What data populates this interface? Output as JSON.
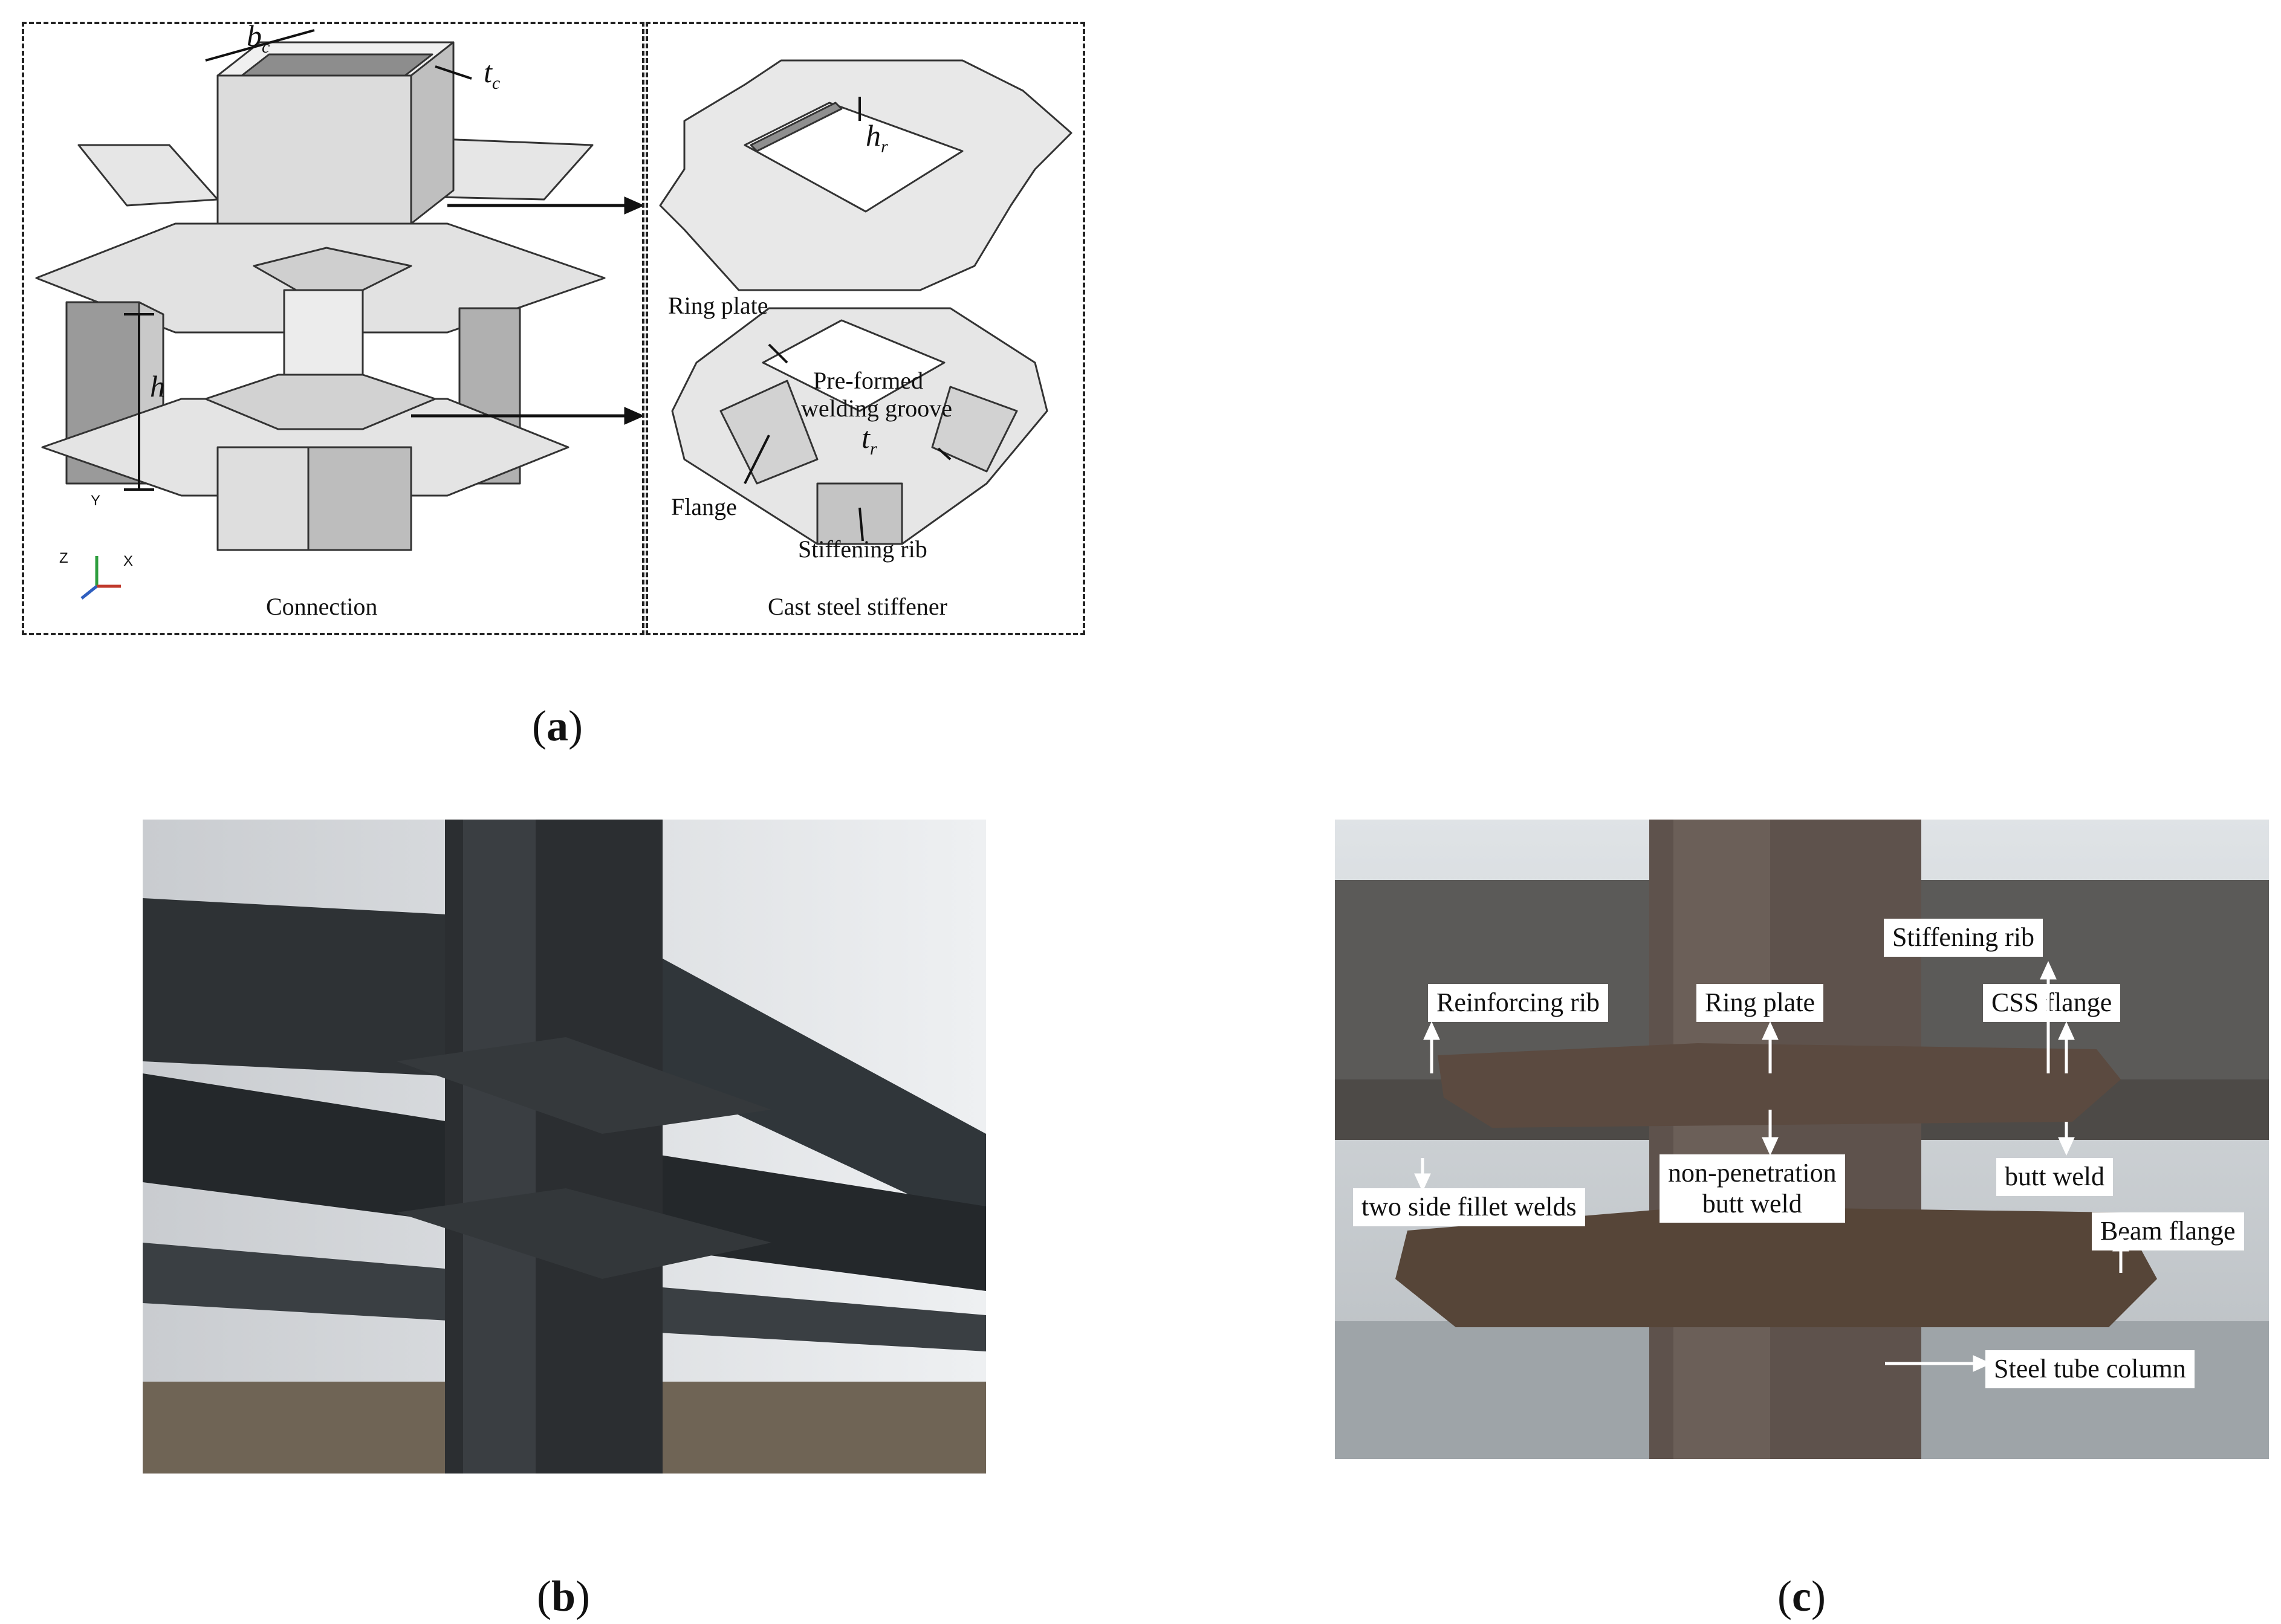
{
  "panel_a": {
    "left_caption": "Connection",
    "right_caption": "Cast steel stiffener",
    "dim_bc": "b",
    "dim_bc_sub": "c",
    "dim_tc": "t",
    "dim_tc_sub": "c",
    "dim_h": "h",
    "dim_hr": "h",
    "dim_hr_sub": "r",
    "dim_tr": "t",
    "dim_tr_sub": "r",
    "axis_y": "Y",
    "axis_x": "X",
    "axis_z": "Z",
    "label_ring_plate": "Ring plate",
    "label_groove_1": "Pre-formed",
    "label_groove_2": "welding groove",
    "label_flange": "Flange",
    "label_stiffening_rib": "Stiffening rib"
  },
  "sub_labels": {
    "a": "a",
    "b": "b",
    "c": "c"
  },
  "panel_c": {
    "stiffening_rib": "Stiffening rib",
    "reinforcing_rib": "Reinforcing rib",
    "ring_plate": "Ring plate",
    "css_flange": "CSS flange",
    "non_penetration_1": "non-penetration",
    "non_penetration_2": "butt weld",
    "butt_weld": "butt weld",
    "fillet_welds": "two side fillet welds",
    "beam_flange": "Beam flange",
    "steel_tube_column": "Steel tube column"
  },
  "colors": {
    "steel_light": "#e8e8e8",
    "steel_mid": "#bdbdbd",
    "steel_dark": "#8f8f8f",
    "photo_b_steel": "#2b2e31",
    "photo_c_steel": "#5e524c"
  }
}
